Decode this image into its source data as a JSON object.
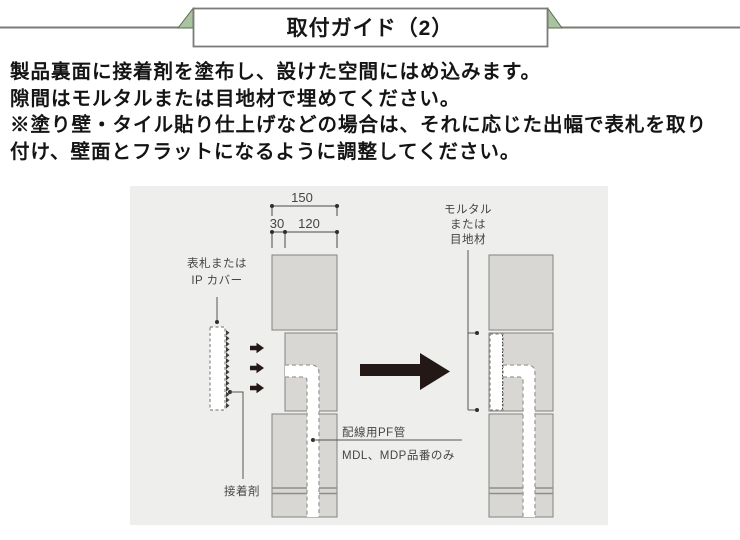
{
  "banner": {
    "title": "取付ガイド（2）"
  },
  "intro": {
    "lines": [
      "製品裏面に接着剤を塗布し、設けた空間にはめ込みます。",
      "隙間はモルタルまたは目地材で埋めてください。",
      "※塗り壁・タイル貼り仕上げなどの場合は、それに応じた出幅で表札を取り",
      "付け、壁面とフラットになるように調整してください。"
    ]
  },
  "diagram": {
    "dimensions": {
      "total": "150",
      "front": "30",
      "back": "120"
    },
    "labels": {
      "nameplate_line1": "表札または",
      "nameplate_line2": "IP カバー",
      "adhesive": "接着剤",
      "mortar_line1": "モルタル",
      "mortar_line2": "または",
      "mortar_line3": "目地材",
      "pf_pipe": "配線用PF管",
      "pf_pipe_note": "MDL、MDP品番のみ"
    },
    "colors": {
      "banner_triangle_green": "#a9c29f",
      "arrow_black": "#231815",
      "panel_gray": "#eeeeec",
      "wall_gray": "#d8d7d3"
    }
  }
}
